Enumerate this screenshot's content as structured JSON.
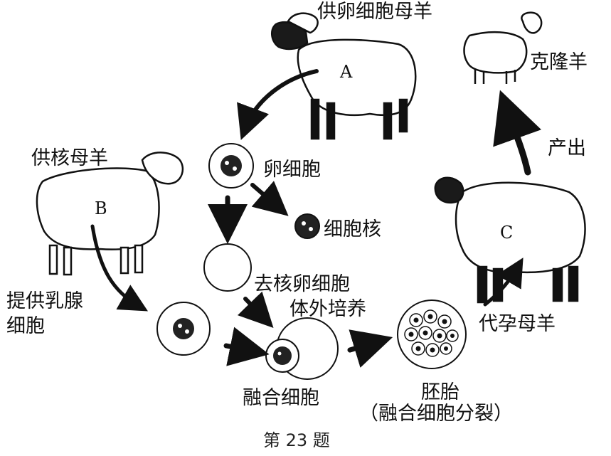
{
  "labels": {
    "donor_egg_ewe": "供卵细胞母羊",
    "clone_sheep": "克隆羊",
    "donor_nucleus_ewe": "供核母羊",
    "egg_cell": "卵细胞",
    "cell_nucleus": "细胞核",
    "produce": "产出",
    "mammary_cell_line1": "提供乳腺",
    "mammary_cell_line2": "细胞",
    "enucleated_egg": "去核卵细胞",
    "in_vitro_culture": "体外培养",
    "surrogate_ewe": "代孕母羊",
    "fused_cell": "融合细胞",
    "embryo": "胚胎",
    "embryo_note": "（融合细胞分裂）"
  },
  "letters": {
    "a": "A",
    "b": "B",
    "c": "C"
  },
  "caption": "第 23 题",
  "colors": {
    "ink": "#111111",
    "face": "#1a1a1a",
    "fleece": "#ffffff"
  }
}
